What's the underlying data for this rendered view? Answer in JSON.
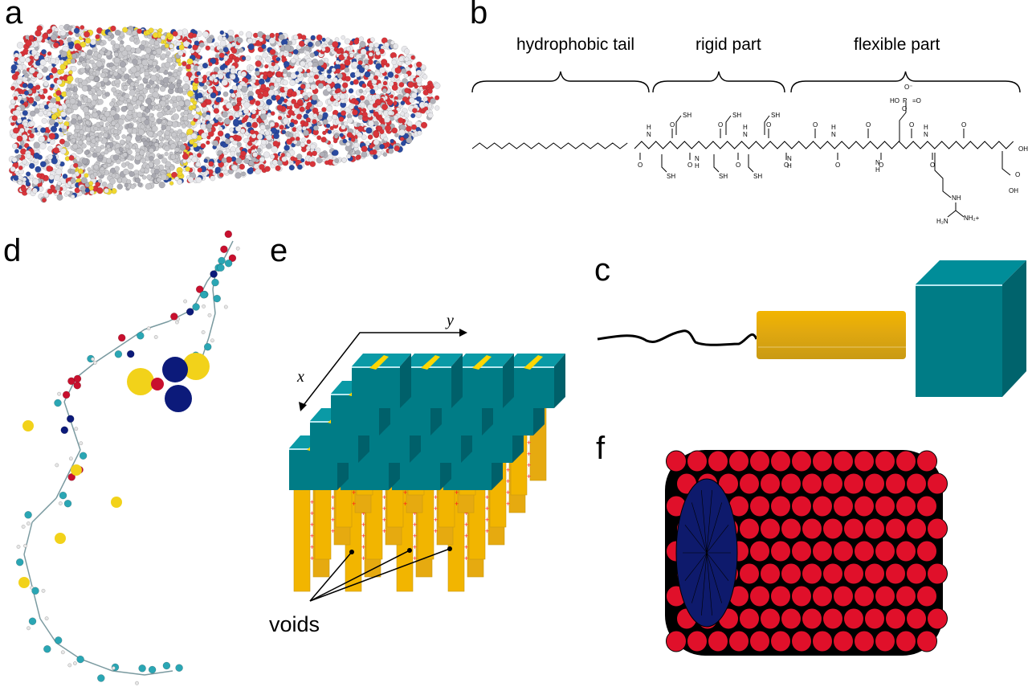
{
  "figure": {
    "panels": {
      "a": {
        "label": "a",
        "description": "space-filling nanofiber model",
        "atom_colors": {
          "oxygen": "#d8343a",
          "nitrogen": "#2a4aa0",
          "hydrogen": "#e8e8ec",
          "sulfur": "#f0d830",
          "carbon_core": "#c8c8cc"
        }
      },
      "b": {
        "label": "b",
        "segments": [
          {
            "label": "hydrophobic tail"
          },
          {
            "label": "rigid part"
          },
          {
            "label": "flexible part"
          }
        ],
        "chem_labels": {
          "nh": "N",
          "h": "H",
          "o": "O",
          "sh": "SH",
          "oh": "OH",
          "ho": "HO",
          "p": "P",
          "o_minus": "O⁻",
          "nh_side": "NH",
          "h2n": "H₂N",
          "nh2_plus": "NH₂+"
        }
      },
      "c": {
        "label": "c",
        "colors": {
          "tail": "#000000",
          "rod": "#f2b500",
          "rod_shade": "#c99a12",
          "cube_front": "#007c86",
          "cube_top": "#008d99",
          "cube_side": "#00636c",
          "highlight": "#b8e8f0"
        }
      },
      "d": {
        "label": "d",
        "atom_colors": {
          "carbon": "#2aa6b4",
          "oxygen": "#c8102e",
          "nitrogen": "#0c1a7a",
          "hydrogen": "#e6e6e6",
          "sulfur": "#f2d21a"
        }
      },
      "e": {
        "label": "e",
        "axis_x": "x",
        "axis_y": "y",
        "annotation": "voids",
        "grid": {
          "rows": 4,
          "cols": 4
        },
        "colors": {
          "cube_front": "#007c86",
          "cube_top": "#0a9aa6",
          "cube_side": "#00606a",
          "rod": "#f2b500",
          "arrow": "#ffd700",
          "charge": "#ff1a1a"
        }
      },
      "f": {
        "label": "f",
        "colors": {
          "shell": "#e0102a",
          "core": "#0e1a6c",
          "outline": "#000000"
        }
      }
    }
  }
}
